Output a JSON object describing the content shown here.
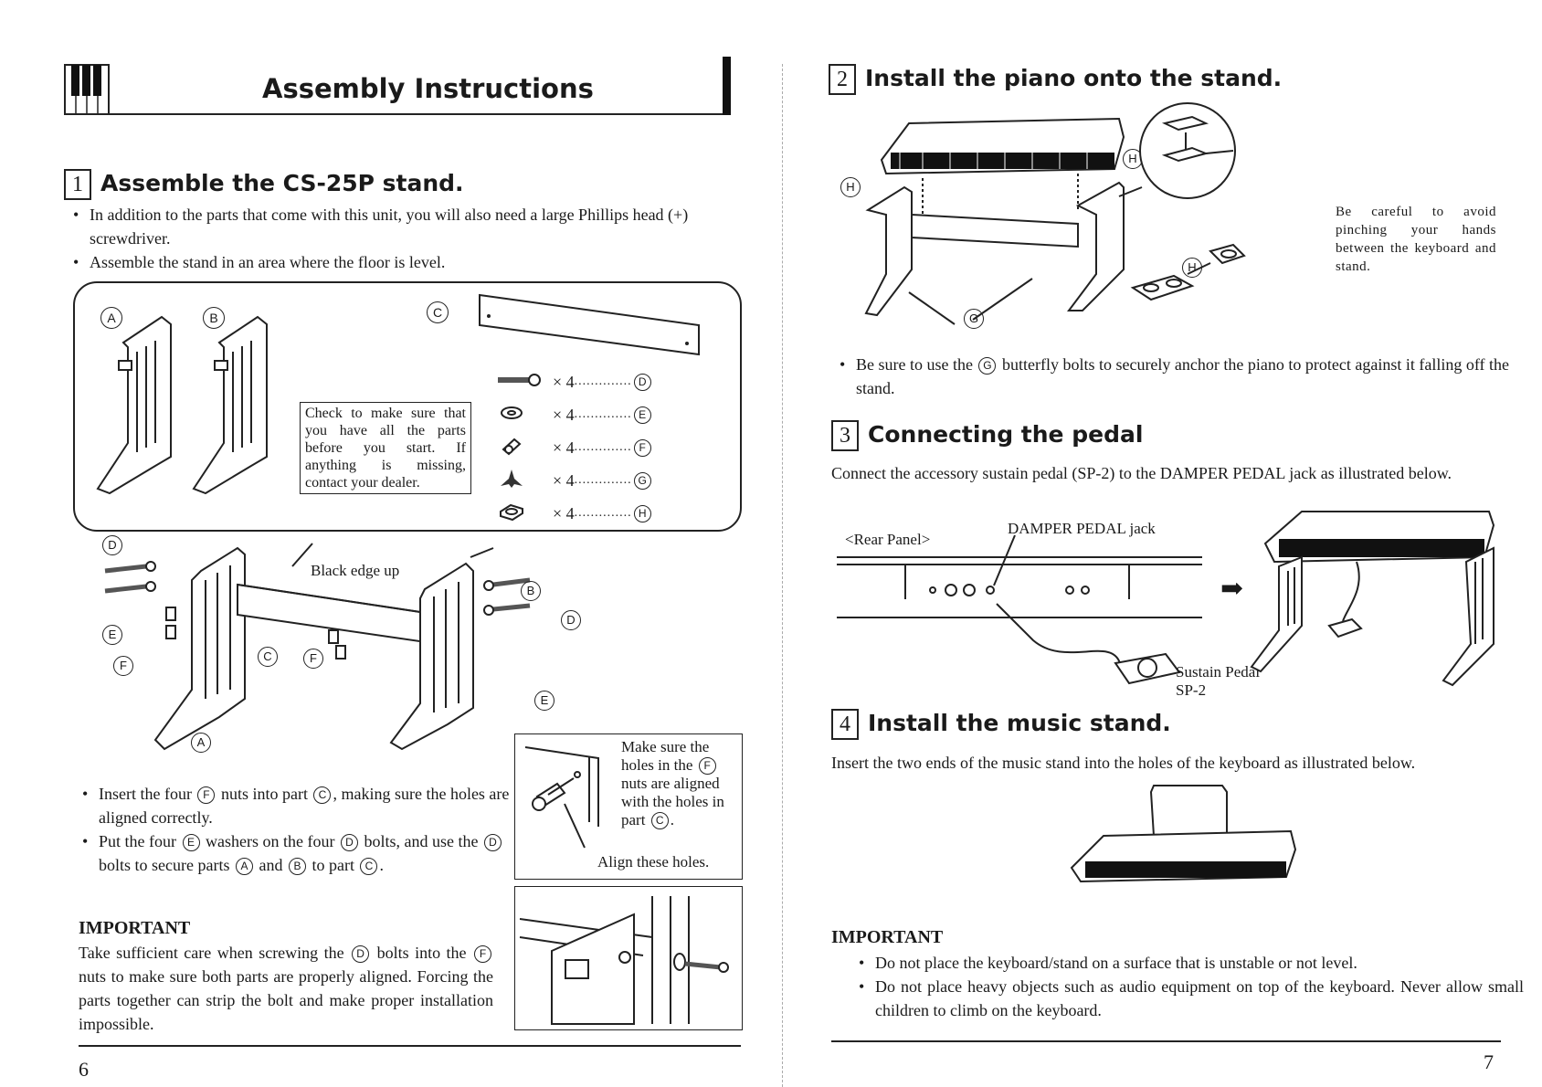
{
  "header": {
    "title": "Assembly Instructions"
  },
  "section1": {
    "number": "1",
    "title": "Assemble the CS-25P stand.",
    "bullets": [
      "In addition to the parts that come with this unit, you will also need a large Phillips head (+) screwdriver.",
      "Assemble the stand in an area where the floor is level."
    ],
    "parts_note": "Check to make sure that you have all the parts before you start. If anything is missing, contact your dealer.",
    "parts": [
      {
        "qty": "× 4",
        "label": "D"
      },
      {
        "qty": "× 4",
        "label": "E"
      },
      {
        "qty": "× 4",
        "label": "F"
      },
      {
        "qty": "× 4",
        "label": "G"
      },
      {
        "qty": "× 4",
        "label": "H"
      }
    ],
    "part_labels": {
      "a": "A",
      "b": "B",
      "c": "C",
      "d": "D",
      "e": "E",
      "f": "F",
      "g": "G",
      "h": "H"
    },
    "black_edge_label": "Black edge up",
    "steps": {
      "b1_pre": "Insert the four",
      "b1_mid": "nuts into part",
      "b1_post": ", making sure the holes are aligned correctly.",
      "b2_pre": "Put the four",
      "b2_mid1": "washers on the four",
      "b2_mid2": "bolts, and use the",
      "b2_mid3": "bolts to secure parts",
      "b2_and": "and",
      "b2_to": "to part",
      "b2_end": "."
    },
    "align_note": {
      "text_pre": "Make sure the holes in the",
      "text_mid": "nuts are aligned with the holes in part",
      "text_end": ".",
      "caption": "Align these holes."
    },
    "important": {
      "heading": "IMPORTANT",
      "t1": "Take sufficient care when screwing the",
      "t2": "bolts into the",
      "t3": "nuts to make sure both parts are properly aligned. Forcing the parts together can strip the bolt and make proper installation impossible."
    }
  },
  "section2": {
    "number": "2",
    "title": "Install the piano onto the stand.",
    "caution": "Be careful to avoid pinching your hands between the keyboard and stand.",
    "bullet_pre": "Be sure to use the",
    "bullet_post": "butterfly bolts to securely anchor the piano to protect against it falling off the stand."
  },
  "section3": {
    "number": "3",
    "title": "Connecting the pedal",
    "text": "Connect the accessory sustain pedal (SP-2) to the DAMPER PEDAL jack as illustrated below.",
    "rear_panel": "<Rear Panel>",
    "jack_label": "DAMPER PEDAL jack",
    "pedal_name": "Sustain Pedal",
    "pedal_model": "SP-2"
  },
  "section4": {
    "number": "4",
    "title": "Install the music stand.",
    "text": "Insert the two ends of the music stand into the holes of the keyboard as illustrated below."
  },
  "important2": {
    "heading": "IMPORTANT",
    "bullets": [
      "Do not place the keyboard/stand on a surface that is unstable or not level.",
      "Do not place heavy objects such as audio equipment on top of the keyboard. Never allow small children to climb on the keyboard."
    ]
  },
  "pages": {
    "left": "6",
    "right": "7"
  }
}
